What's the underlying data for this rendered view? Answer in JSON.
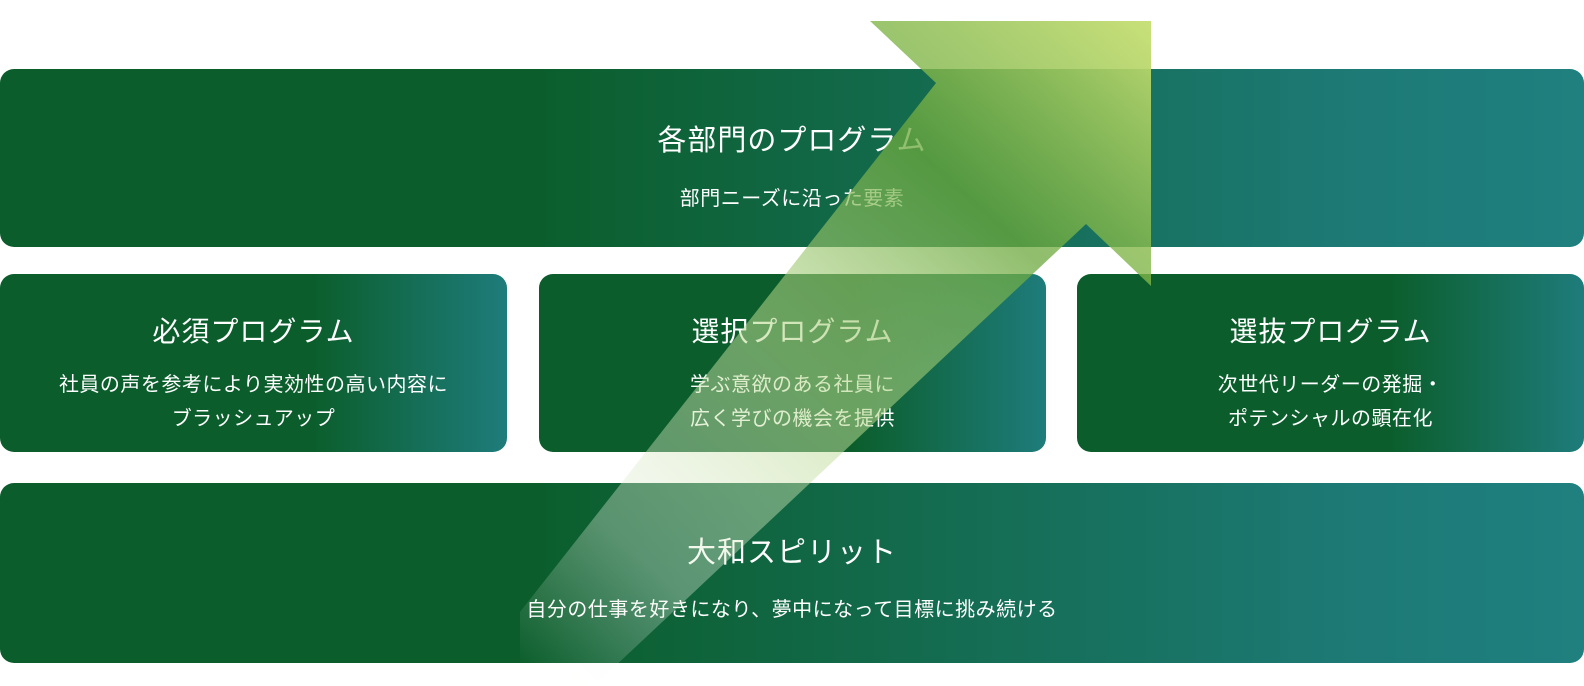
{
  "top_tier": {
    "title": "各部門のプログラム",
    "subtitle": "部門ニーズに沿った要素"
  },
  "middle_tier": [
    {
      "title": "必須プログラム",
      "line1": "社員の声を参考により実効性の高い内容に",
      "line2": "ブラッシュアップ"
    },
    {
      "title": "選択プログラム",
      "line1": "学ぶ意欲のある社員に",
      "line2": "広く学びの機会を提供"
    },
    {
      "title": "選抜プログラム",
      "line1": "次世代リーダーの発掘・",
      "line2": "ポテンシャルの顕在化"
    }
  ],
  "base_tier": {
    "title": "大和スピリット",
    "subtitle": "自分の仕事を好きになり、夢中になって目標に挑み続ける"
  },
  "colors": {
    "box_dark_green": "#0b5e2c",
    "box_teal": "#1f807f",
    "arrow_light": "#c4dc78",
    "arrow_mid": "#5a9e38",
    "text": "#ffffff"
  }
}
